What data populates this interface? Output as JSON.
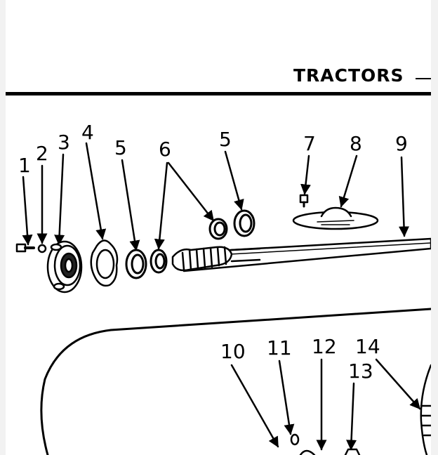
{
  "header": {
    "title": "TRACTORS"
  },
  "callouts": [
    {
      "id": "1",
      "label": "1"
    },
    {
      "id": "2",
      "label": "2"
    },
    {
      "id": "3",
      "label": "3"
    },
    {
      "id": "4",
      "label": "4"
    },
    {
      "id": "5a",
      "label": "5"
    },
    {
      "id": "6",
      "label": "6"
    },
    {
      "id": "5b",
      "label": "5"
    },
    {
      "id": "7",
      "label": "7"
    },
    {
      "id": "8",
      "label": "8"
    },
    {
      "id": "9",
      "label": "9"
    },
    {
      "id": "10",
      "label": "10"
    },
    {
      "id": "11",
      "label": "11"
    },
    {
      "id": "12",
      "label": "12"
    },
    {
      "id": "13",
      "label": "13"
    },
    {
      "id": "14",
      "label": "14"
    }
  ]
}
